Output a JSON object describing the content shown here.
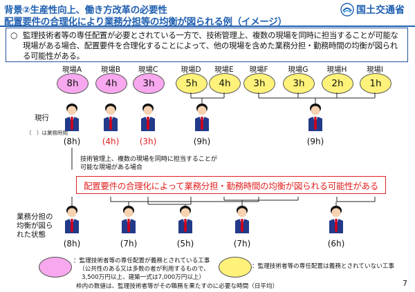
{
  "header": {
    "title_line1": "背景②生産性向上、働き方改革の必要性",
    "title_line2": "配置要件の合理化により業務分担等の均衡が図られる例（イメージ）",
    "logo_text": "国土交通省"
  },
  "info": {
    "bullet": "○",
    "text": "監理技術者等の専任配置が必要とされている一方で、技術管理上、複数の現場を同時に担当することが可能な現場がある場合、配置要件を合理化することによって、他の現場を含めた業務分担・勤務時間の均衡が図られる可能性がある。"
  },
  "sites": [
    {
      "label": "現場A",
      "hours": "8h",
      "color": "pink"
    },
    {
      "label": "現場B",
      "hours": "4h",
      "color": "pink"
    },
    {
      "label": "現場C",
      "hours": "3h",
      "color": "pink"
    },
    {
      "label": "現場D",
      "hours": "5h",
      "color": "yellow"
    },
    {
      "label": "現場E",
      "hours": "4h",
      "color": "yellow"
    },
    {
      "label": "現場F",
      "hours": "3h",
      "color": "yellow"
    },
    {
      "label": "現場G",
      "hours": "3h",
      "color": "yellow"
    },
    {
      "label": "現場H",
      "hours": "2h",
      "color": "yellow"
    },
    {
      "label": "現場I",
      "hours": "1h",
      "color": "yellow"
    }
  ],
  "current": {
    "label": "現行",
    "note": "（　）は業務時間",
    "hours": [
      {
        "text": "(8h)",
        "red": false
      },
      {
        "text": "(4h)",
        "red": true
      },
      {
        "text": "(3h)",
        "red": true
      },
      {
        "text": "(9h)",
        "red": false
      },
      {
        "text": "(9h)",
        "red": false
      }
    ]
  },
  "middle_note": "技術管理上、複数の現場を同時に担当することが可能な現場がある場合",
  "highlight": "配置要件の合理化によって業務分担・勤務時間の均衡が図られる可能性がある",
  "balanced": {
    "label": "業務分担の均衡が図られた状態",
    "hours": [
      "(8h)",
      "(7h)",
      "(5h)",
      "(7h)",
      "(6h)"
    ]
  },
  "legend": {
    "pink_text1": "：監理技術者等の専任配置が義務とされている工事",
    "pink_text2": "（公共性のある又は多数の者が利用するもので、",
    "pink_text3": "3,500万円以上、建築一式は7,000万円以上）",
    "yellow_text": "：監理技術者等の専任配置は義務とされていない工事",
    "footer": "枠内の数値は、監理技術者等がその職務を果たすのに必要な時間（日平均）"
  },
  "page_number": "7",
  "colors": {
    "brand_blue": "#1f5fb0",
    "pink": "#f7a8ee",
    "yellow": "#fff27a",
    "red": "#e02020",
    "suit": "#233a8a",
    "tie": "#d0021b"
  }
}
